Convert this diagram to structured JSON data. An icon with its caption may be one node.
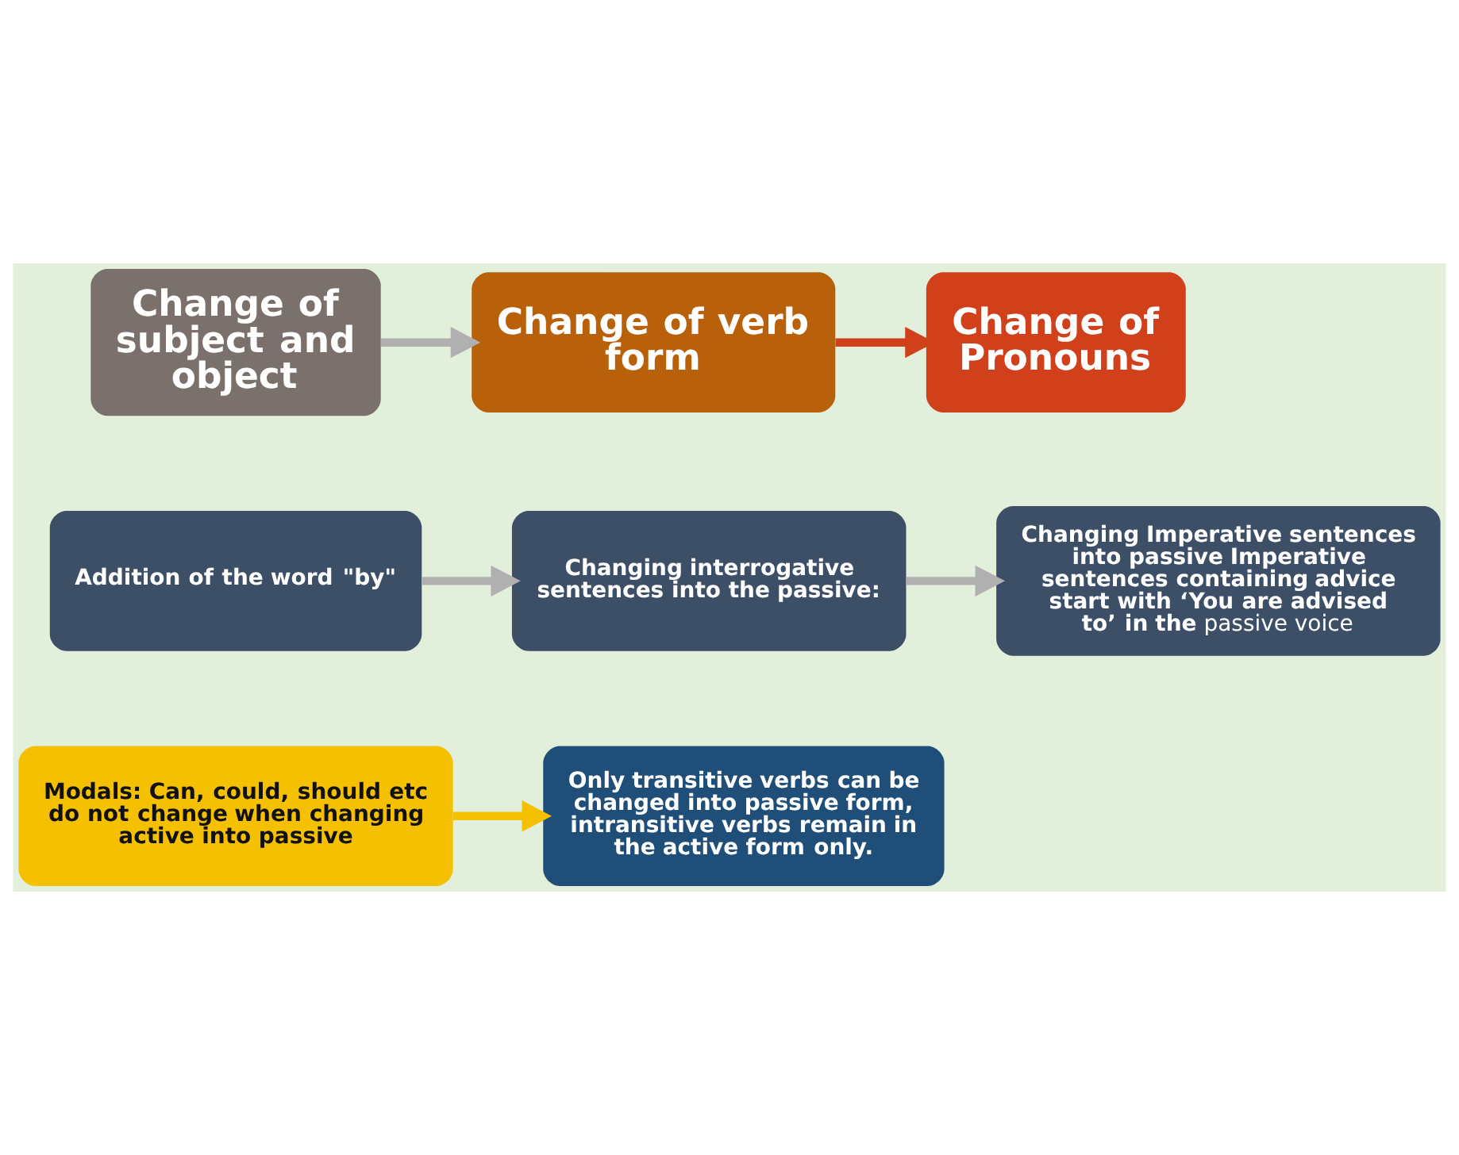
{
  "diagram": {
    "nodes": [
      {
        "text": [
          "Change of subject and object"
        ]
      },
      {
        "text": [
          "Change of verb form"
        ]
      },
      {
        "text": [
          "Change of Pronouns"
        ]
      },
      {
        "text": [
          "Addition of the word \"by\""
        ]
      },
      {
        "text": [
          "Changing interrogative sentences into the passive:"
        ]
      },
      {
        "text": [
          "**Changing Imperative sentences into passive Imperative sentences containing advice start with ‘You are advised to’ in the** passive voice"
        ]
      },
      {
        "text": [
          "Modals: Can, could, should etc do not change when changing active into passive"
        ]
      },
      {
        "text": [
          "Only transitive verbs can be changed into passive form, intransitive verbs remain in the active form only."
        ]
      }
    ],
    "edges": [
      {
        "from": 0,
        "to": 1,
        "arrow": "to"
      },
      {
        "from": 1,
        "to": 2,
        "arrow": "to",
        "color": "#d0401a"
      },
      {
        "from": 3,
        "to": 4,
        "arrow": "to"
      },
      {
        "from": 4,
        "to": 5,
        "arrow": "to"
      },
      {
        "from": 6,
        "to": 7,
        "arrow": "to",
        "color": "#f5c000"
      }
    ]
  }
}
